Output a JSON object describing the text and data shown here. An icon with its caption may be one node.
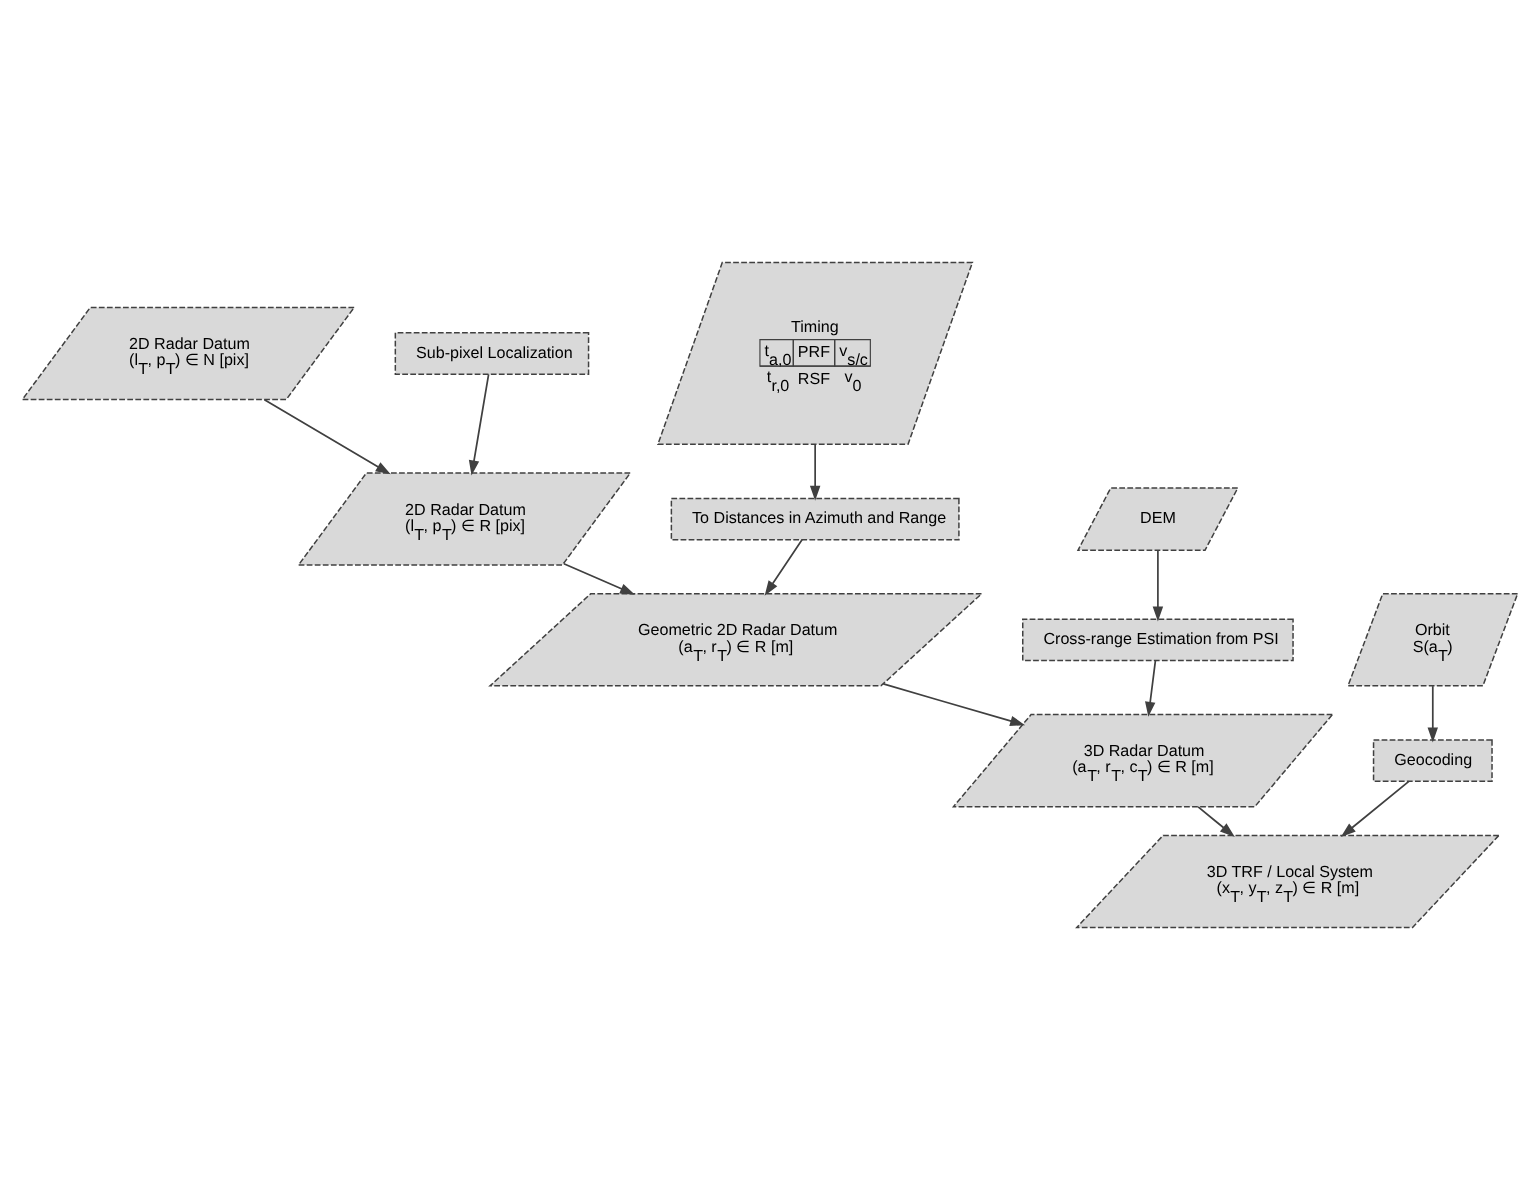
{
  "diagram": {
    "nodes": [
      {
        "text": [
          "2D Radar Datum",
          "(l$_{T}$, p$_{T}$) ∈ N [pix]"
        ]
      },
      {
        "text": [
          "Sub-pixel Localization"
        ]
      },
      {
        "text": [
          "2D Radar Datum",
          "(l$_{T}$, p$_{T}$) ∈ R [pix]"
        ]
      },
      {
        "text": [
          "To Distances in Azimuth and Range"
        ]
      },
      {
        "text": [
          "Timing",
          "t$_{a,0}$",
          "PRF",
          "v$_{s/c}$",
          "t$_{r,0}$",
          "RSF",
          "v$_{0}$"
        ]
      },
      {
        "text": [
          "Geometric 2D Radar Datum",
          "(a$_{T}$, r$_{T}$) ∈ R [m]"
        ]
      },
      {
        "text": [
          "Cross-range Estimation from PSI"
        ]
      },
      {
        "text": [
          "DEM"
        ]
      },
      {
        "text": [
          "3D Radar Datum",
          "(a$_{T}$, r$_{T}$, c$_{T}$) ∈ R [m]"
        ]
      },
      {
        "text": [
          "Geocoding"
        ]
      },
      {
        "text": [
          "Orbit",
          "S(a$_{T}$)"
        ]
      },
      {
        "text": [
          "3D TRF / Local System",
          "(x$_{T}$, y$_{T}$, z$_{T}$) ∈ R [m]"
        ]
      }
    ],
    "edges": [
      {
        "from": 0,
        "to": 2,
        "arrow": "to"
      },
      {
        "from": 1,
        "to": 2,
        "arrow": "to"
      },
      {
        "from": 4,
        "to": 3,
        "arrow": "to"
      },
      {
        "from": 3,
        "to": 5,
        "arrow": "to"
      },
      {
        "from": 2,
        "to": 5,
        "arrow": "to"
      },
      {
        "from": 7,
        "to": 6,
        "arrow": "to"
      },
      {
        "from": 6,
        "to": 8,
        "arrow": "to"
      },
      {
        "from": 5,
        "to": 8,
        "arrow": "to"
      },
      {
        "from": 10,
        "to": 9,
        "arrow": "to"
      },
      {
        "from": 9,
        "to": 11,
        "arrow": "to"
      },
      {
        "from": 8,
        "to": 11,
        "arrow": "to"
      }
    ]
  }
}
